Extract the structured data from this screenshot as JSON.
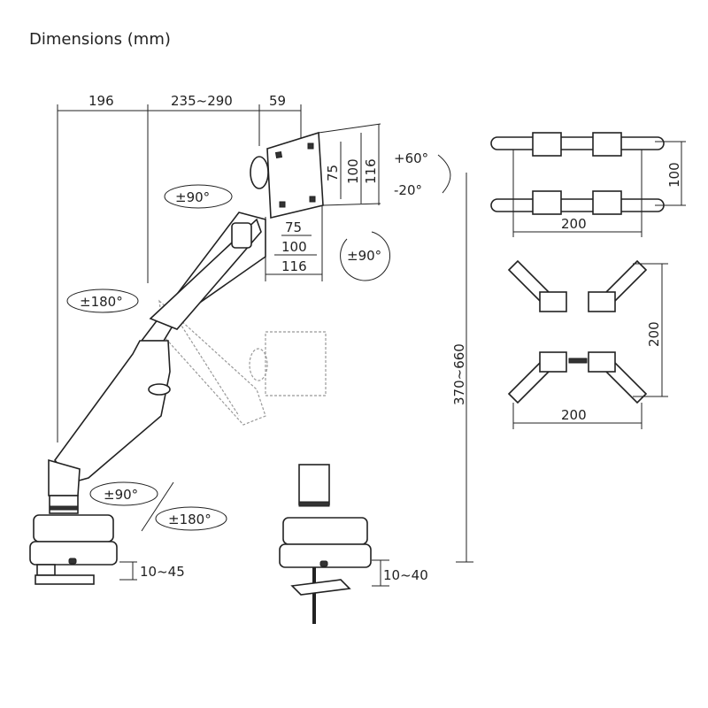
{
  "title": "Dimensions (mm)",
  "top_dimensions": [
    "196",
    "235~290",
    "59"
  ],
  "plate_vertical_dimensions": [
    "75",
    "100",
    "116"
  ],
  "plate_horizontal_dimensions": [
    "75",
    "100",
    "116"
  ],
  "tilt": {
    "up": "+60°",
    "down": "-20°"
  },
  "rotations": {
    "monitor_rotation": "±90°",
    "head_swivel": "±90°",
    "elbow_swivel": "±180°",
    "base_swivel": "±90°",
    "base_rotation": "±180°"
  },
  "height_range": "370~660",
  "clamp_range": "10~45",
  "grommet_range": "10~40",
  "vesa_small": {
    "height": "100",
    "width": "200"
  },
  "vesa_large": {
    "height": "200",
    "width": "200"
  }
}
